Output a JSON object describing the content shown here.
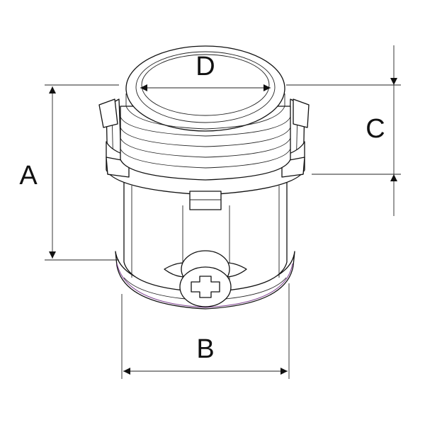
{
  "diagram": {
    "dimensions": {
      "a": "A",
      "b": "B",
      "c": "C",
      "d": "D"
    },
    "colors": {
      "line": "#111111",
      "accent": "#7a3b8c",
      "background": "#ffffff"
    }
  }
}
